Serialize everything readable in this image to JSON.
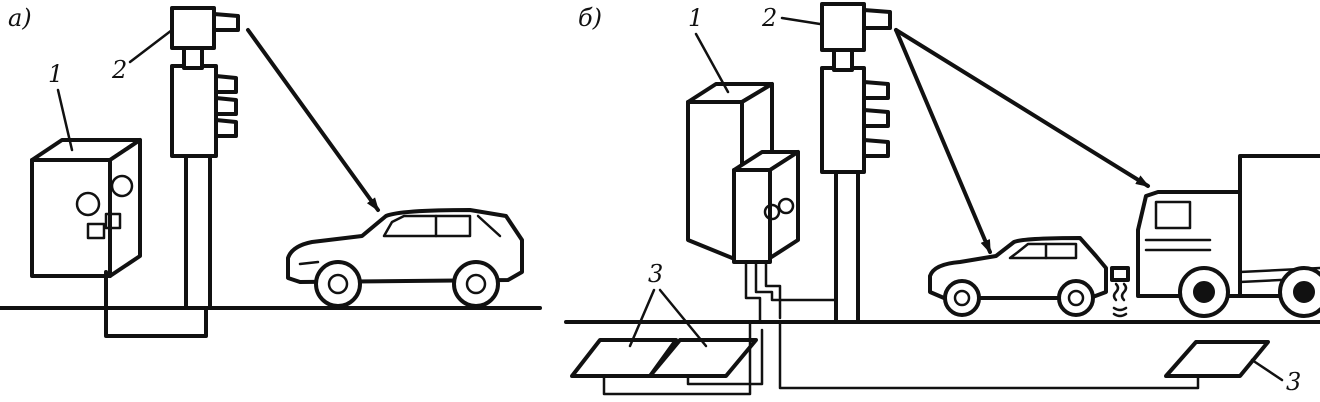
{
  "panels": {
    "a": {
      "panel_label": "а)",
      "controller_label": "1",
      "detector_label": "2"
    },
    "b": {
      "panel_label": "б)",
      "controller_label": "1",
      "detector_label": "2",
      "loop_label_left": "3",
      "loop_label_right": "3"
    }
  }
}
